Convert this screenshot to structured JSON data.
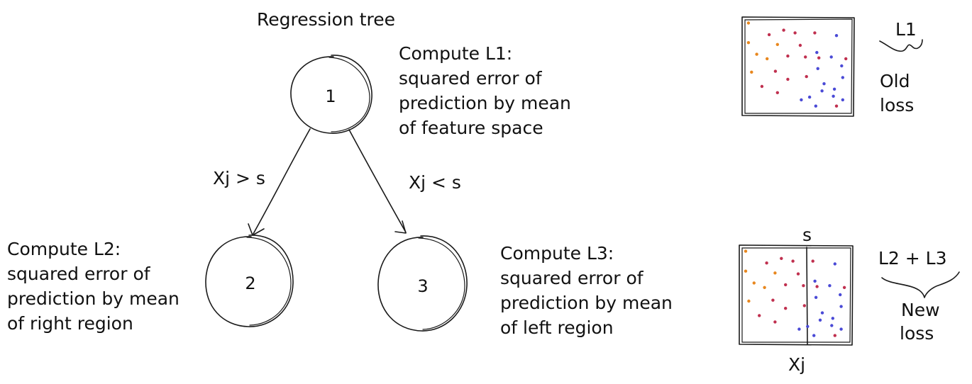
{
  "title": "Regression tree",
  "nodes": [
    {
      "id": "1",
      "label": "1"
    },
    {
      "id": "2",
      "label": "2"
    },
    {
      "id": "3",
      "label": "3"
    }
  ],
  "edges": [
    {
      "label": "Xj > s"
    },
    {
      "label": "Xj < s"
    }
  ],
  "annotations": {
    "node1": [
      "Compute L1:",
      "squared error of",
      "prediction by mean",
      "of feature space"
    ],
    "node2": [
      "Compute L2:",
      "squared error of",
      "prediction by mean",
      "of right region"
    ],
    "node3": [
      "Compute L3:",
      "squared error of",
      "prediction by mean",
      "of left region"
    ]
  },
  "top_panel": {
    "brace_label": "L1",
    "caption": [
      "Old",
      "loss"
    ]
  },
  "bottom_panel": {
    "split_label": "s",
    "axis_label": "Xj",
    "brace_label": "L2 + L3",
    "caption": [
      "New",
      "loss"
    ]
  },
  "colors": {
    "orange": "#e8871e",
    "red": "#c0304f",
    "blue": "#4a4ad6",
    "ink": "#1a1a1a"
  },
  "scatter_points": {
    "note": "Same point set is shown in both panels (in panel-relative data units 0-1)",
    "orange": [
      [
        0.02,
        0.02
      ],
      [
        0.02,
        0.24
      ],
      [
        0.1,
        0.37
      ],
      [
        0.2,
        0.42
      ],
      [
        0.05,
        0.57
      ],
      [
        0.3,
        0.26
      ]
    ],
    "red": [
      [
        0.22,
        0.15
      ],
      [
        0.36,
        0.1
      ],
      [
        0.47,
        0.13
      ],
      [
        0.66,
        0.13
      ],
      [
        0.52,
        0.27
      ],
      [
        0.4,
        0.39
      ],
      [
        0.57,
        0.4
      ],
      [
        0.7,
        0.41
      ],
      [
        0.28,
        0.56
      ],
      [
        0.4,
        0.65
      ],
      [
        0.15,
        0.73
      ],
      [
        0.3,
        0.8
      ],
      [
        0.58,
        0.62
      ],
      [
        0.96,
        0.42
      ],
      [
        0.87,
        0.95
      ]
    ],
    "blue": [
      [
        0.87,
        0.16
      ],
      [
        0.68,
        0.35
      ],
      [
        0.82,
        0.4
      ],
      [
        0.92,
        0.5
      ],
      [
        0.69,
        0.53
      ],
      [
        0.93,
        0.63
      ],
      [
        0.85,
        0.76
      ],
      [
        0.73,
        0.78
      ],
      [
        0.84,
        0.84
      ],
      [
        0.61,
        0.85
      ],
      [
        0.93,
        0.88
      ],
      [
        0.75,
        0.7
      ],
      [
        0.53,
        0.88
      ],
      [
        0.67,
        0.95
      ]
    ]
  }
}
